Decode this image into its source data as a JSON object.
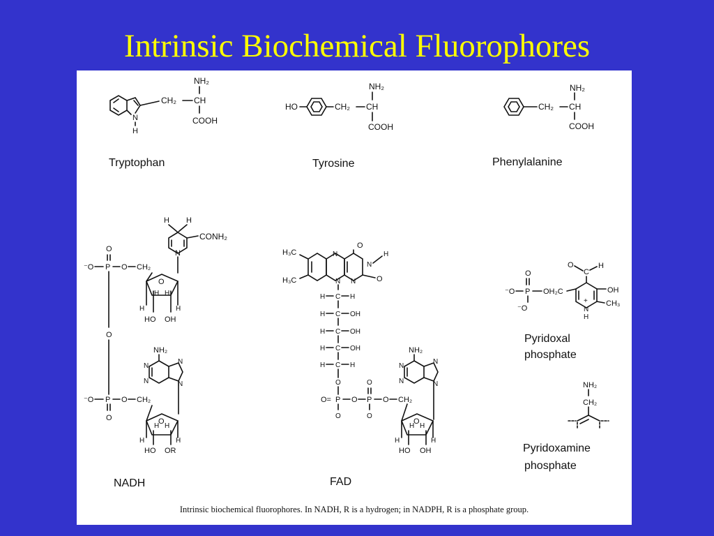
{
  "slide": {
    "title": "Intrinsic Biochemical Fluorophores",
    "caption": "Intrinsic biochemical fluorophores. In NADH, R is a hydrogen; in NADPH, R is a phosphate group."
  },
  "molecules": {
    "tryptophan": "Tryptophan",
    "tyrosine": "Tyrosine",
    "phenylalanine": "Phenylalanine",
    "nadh": "NADH",
    "fad": "FAD",
    "pyridoxal_line1": "Pyridoxal",
    "pyridoxal_line2": "phosphate",
    "pyridoxamine_line1": "Pyridoxamine",
    "pyridoxamine_line2": "phosphate"
  },
  "atoms": {
    "nh2": "NH₂",
    "ch2": "CH₂",
    "ch": "CH",
    "cooh": "COOH",
    "n": "N",
    "h": "H",
    "ho": "HO",
    "oh": "OH",
    "o": "O",
    "p": "P",
    "c": "C",
    "or": "OR",
    "o_minus": "⁻O",
    "conh2": "CONH₂",
    "h3c": "H₃C",
    "ch3": "CH₃",
    "oh2c": "OH₂C",
    "o_eq": "O=",
    "plus": "+"
  },
  "colors": {
    "background": "#3333cc",
    "title": "#ffff00",
    "panel": "#ffffff",
    "ink": "#111111"
  }
}
